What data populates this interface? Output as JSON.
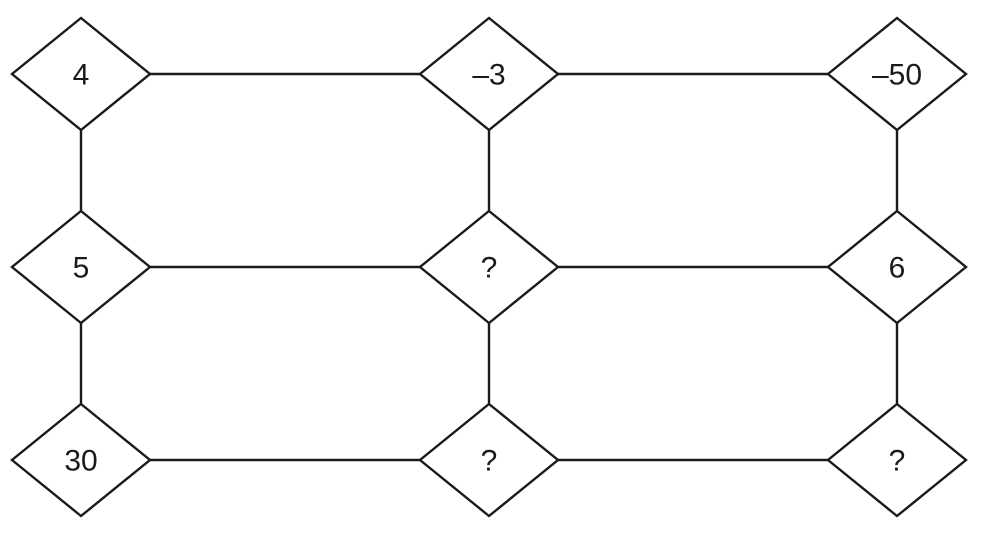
{
  "grid": {
    "rows": [
      [
        "4",
        "–3",
        "–50"
      ],
      [
        "5",
        "?",
        "6"
      ],
      [
        "30",
        "?",
        "?"
      ]
    ]
  },
  "colors": {
    "stroke": "#1a1a1a",
    "fill": "#ffffff",
    "text": "#1a1a1a"
  }
}
